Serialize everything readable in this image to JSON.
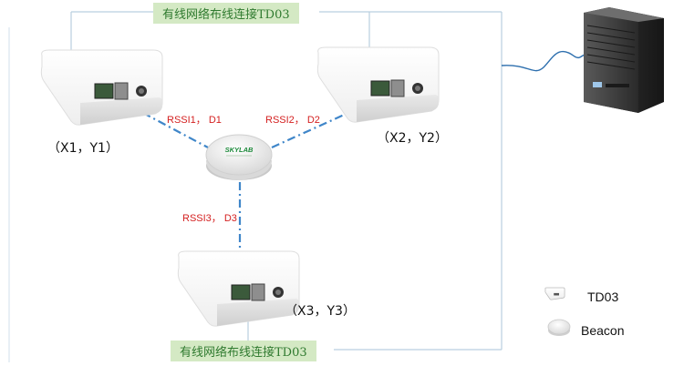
{
  "banners": {
    "top": "有线网络布线连接TD03",
    "bottom": "有线网络布线连接TD03"
  },
  "beacon": {
    "brand": "SKYLAB"
  },
  "gateways": [
    {
      "coord": "（X1，Y1）",
      "rssi": "RSSI1， D1"
    },
    {
      "coord": "（X2，Y2）",
      "rssi": "RSSI2， D2"
    },
    {
      "coord": "（X3，Y3）",
      "rssi": "RSSI3， D3"
    }
  ],
  "legend": {
    "td03": "TD03",
    "beacon": "Beacon"
  },
  "colors": {
    "network_line": "#b9cfe0",
    "signal_line": "#3f86c9",
    "server_cable": "#2d6fae",
    "banner_bg": "#d4e9c4",
    "banner_text": "#2f7a2f",
    "rssi_text": "#d42020"
  }
}
